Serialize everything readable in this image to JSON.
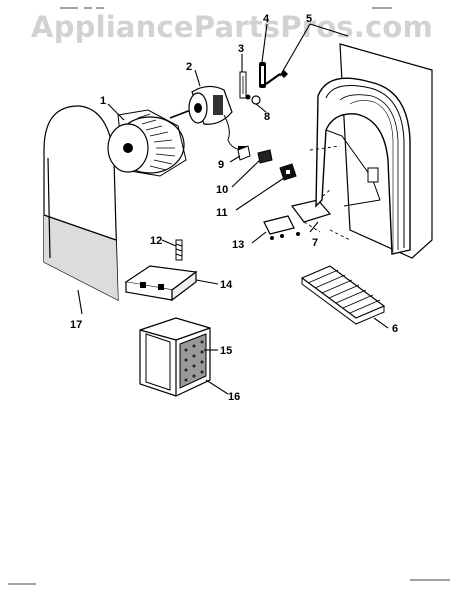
{
  "watermark": "AppliancePartsPros.com",
  "callouts": {
    "n1": "1",
    "n2": "2",
    "n3": "3",
    "n4": "4",
    "n5": "5",
    "n6": "6",
    "n7": "7",
    "n8": "8",
    "n9": "9",
    "n10": "10",
    "n11": "11",
    "n12": "12",
    "n13": "13",
    "n14": "14",
    "n15": "15",
    "n16": "16",
    "n17": "17"
  }
}
